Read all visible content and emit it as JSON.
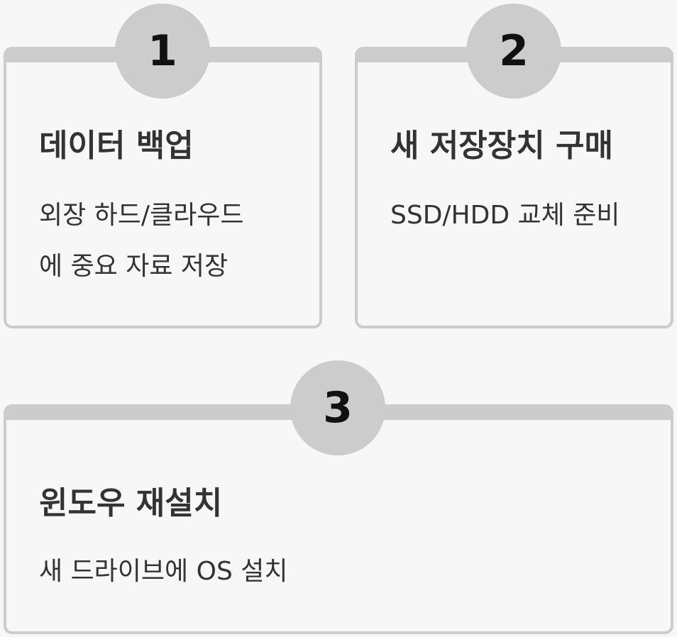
{
  "steps": [
    {
      "number": "1",
      "title": "데이터 백업",
      "description": "외장 하드/클라우드\n에 중요 자료 저장"
    },
    {
      "number": "2",
      "title": "새 저장장치 구매",
      "description": "SSD/HDD 교체 준비"
    },
    {
      "number": "3",
      "title": "윈도우 재설치",
      "description": "새 드라이브에 OS 설치"
    }
  ],
  "colors": {
    "background": "#f7f7f7",
    "card_border": "#cccccc",
    "badge": "#cccccc",
    "number_text": "#111111",
    "body_text": "#333333"
  }
}
